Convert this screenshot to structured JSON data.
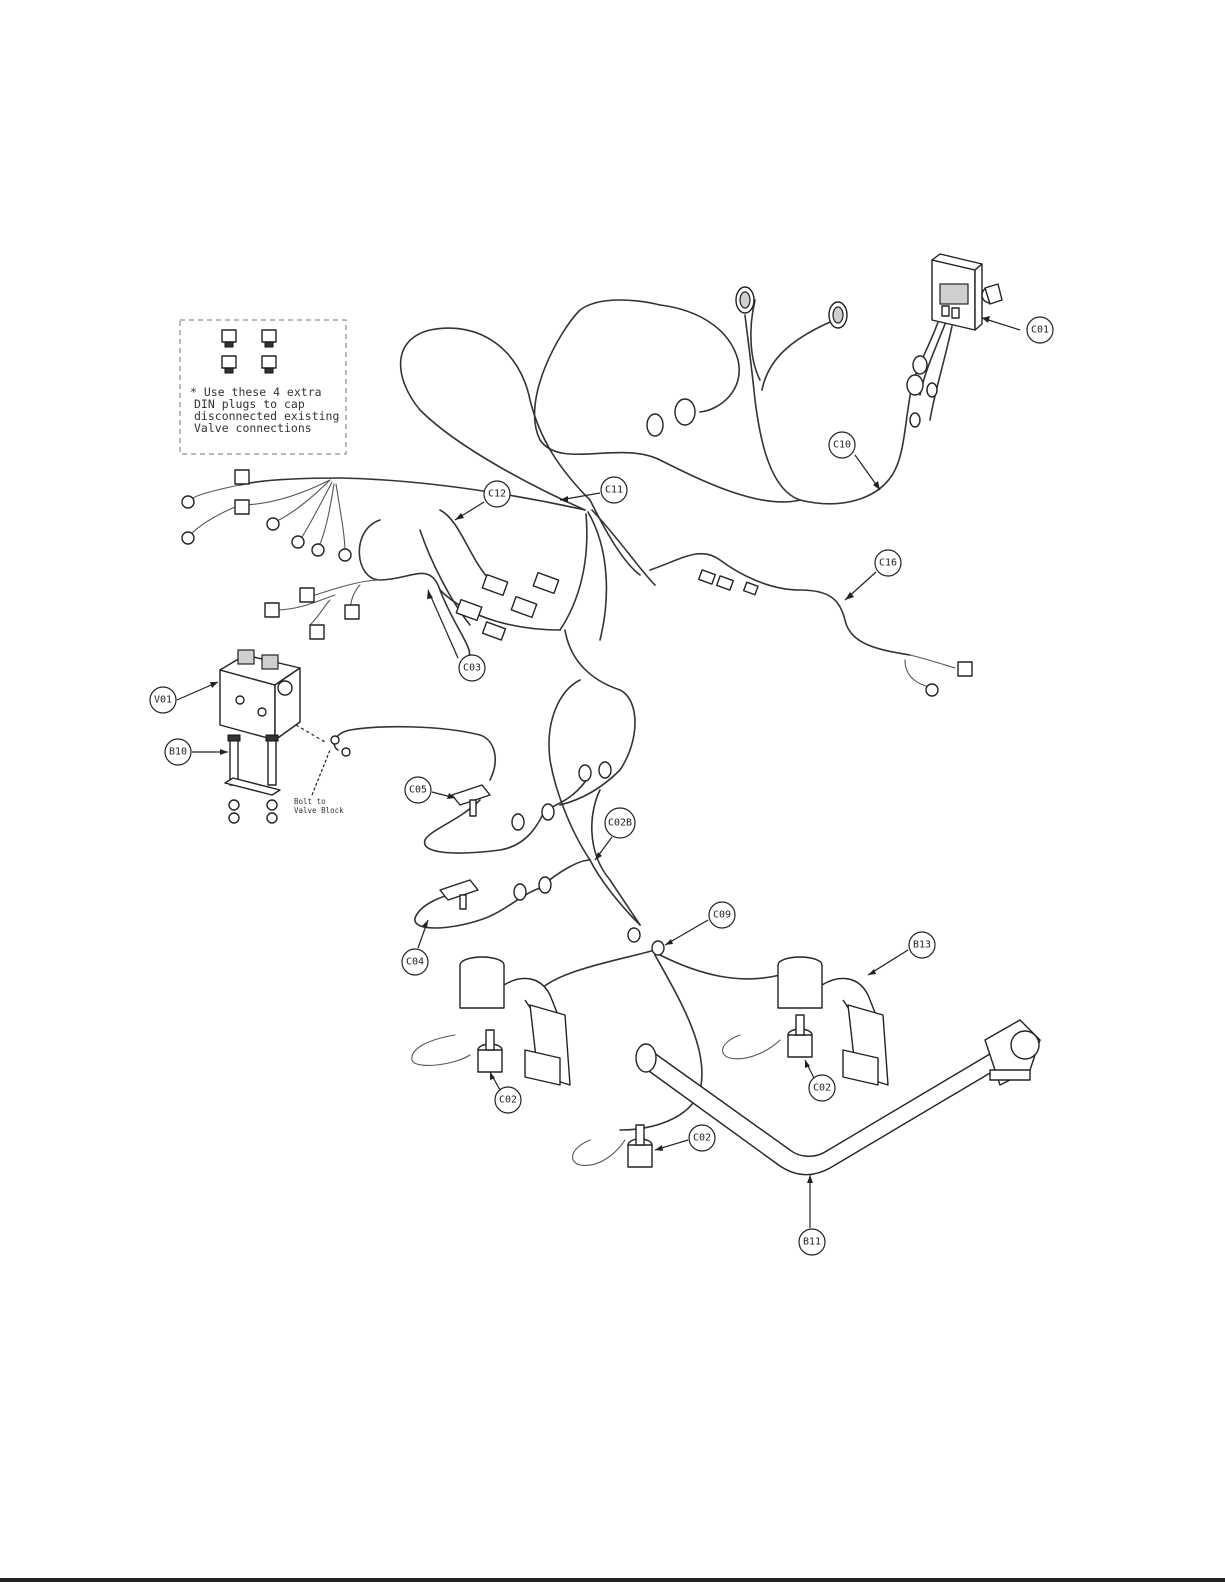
{
  "note": {
    "lines": [
      "* Use these 4 extra",
      "DIN plugs to cap",
      "disconnected existing",
      "Valve connections"
    ]
  },
  "bolt_note": {
    "lines": [
      "Bolt to",
      "Valve Block"
    ]
  },
  "callouts": {
    "c01": "C01",
    "c10": "C10",
    "c11": "C11",
    "c12": "C12",
    "c16": "C16",
    "c03": "C03",
    "v01": "V01",
    "b10": "B10",
    "c05": "C05",
    "c02b": "C02B",
    "c04": "C04",
    "c09": "C09",
    "b13": "B13",
    "c02a": "C02",
    "c02b2": "C02",
    "c02c": "C02",
    "b11": "B11"
  }
}
